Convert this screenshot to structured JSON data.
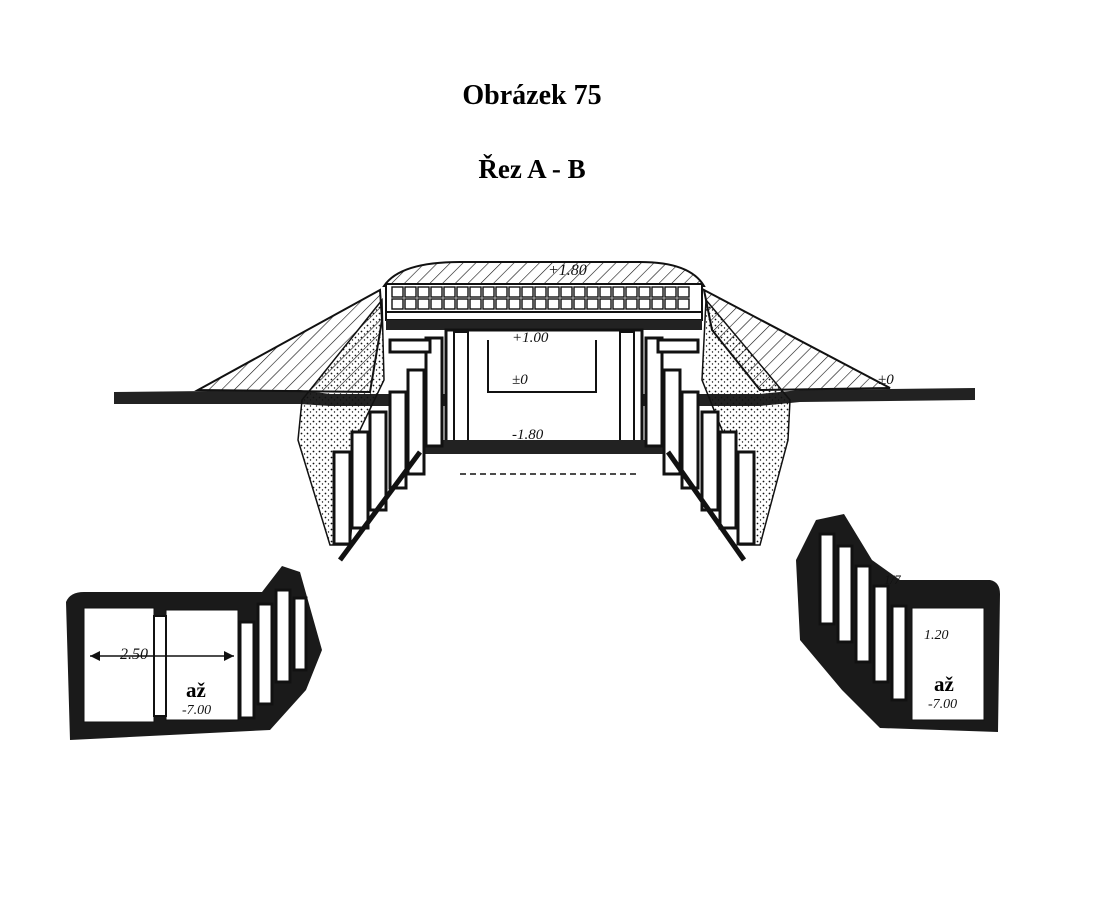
{
  "figure": {
    "title": "Obrázek 75",
    "subtitle": "Řez A - B"
  },
  "labels": {
    "left_detail": "až",
    "right_detail": "až"
  },
  "dimensions": {
    "top": "+1.80",
    "upper": "+1.00",
    "mid": "±0",
    "bottom": "-1.80",
    "ground": "±0",
    "left_width": "2.50",
    "left_height": "-7.00",
    "right_width": "1.20",
    "right_height": "-7.00",
    "right_slope": "1/7"
  },
  "colors": {
    "ink": "#111111",
    "paper": "#ffffff"
  }
}
